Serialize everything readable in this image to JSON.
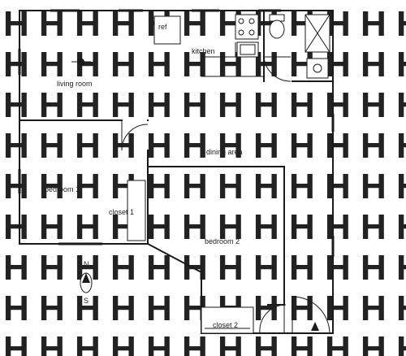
{
  "labels": {
    "ref": "ref",
    "kitchen": "kitchen",
    "living_room": "living room",
    "dining_area": "dining area",
    "bedroom_1": "bedroom 1",
    "closet_1": "closet 1",
    "bedroom_2": "bedroom 2",
    "closet_2": "closet 2"
  },
  "compass": {
    "north": "N",
    "south": "S"
  },
  "colors": {
    "wall": "#1a1a1a",
    "watermark": "#e9e9e9"
  },
  "watermark": "H"
}
